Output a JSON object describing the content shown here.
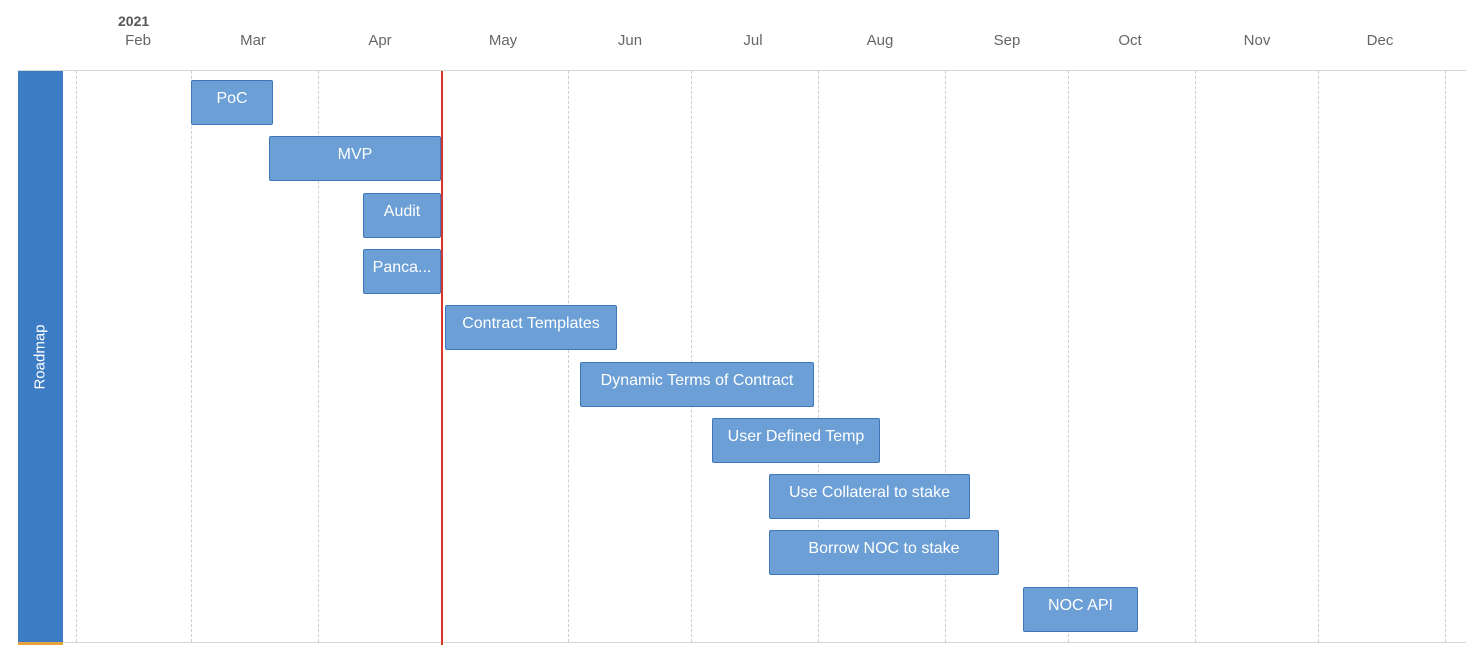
{
  "chart_data": {
    "type": "gantt",
    "year": "2021",
    "months": [
      "Feb",
      "Mar",
      "Apr",
      "May",
      "Jun",
      "Jul",
      "Aug",
      "Sep",
      "Oct",
      "Nov",
      "Dec"
    ],
    "group": "Roadmap",
    "today": "2021-05-01",
    "grid": true,
    "tasks": [
      {
        "label": "PoC",
        "start": "2021-03-01",
        "end": "2021-03-21"
      },
      {
        "label": "MVP",
        "start": "2021-03-20",
        "end": "2021-05-01"
      },
      {
        "label": "Audit",
        "start": "2021-04-12",
        "end": "2021-05-01"
      },
      {
        "label": "Panca...",
        "start": "2021-04-12",
        "end": "2021-05-01"
      },
      {
        "label": "Contract Templates",
        "start": "2021-05-02",
        "end": "2021-06-13"
      },
      {
        "label": "Dynamic Terms of Contract",
        "start": "2021-06-04",
        "end": "2021-07-31"
      },
      {
        "label": "User Defined Temp",
        "start": "2021-07-06",
        "end": "2021-08-16"
      },
      {
        "label": "Use Collateral to stake",
        "start": "2021-07-20",
        "end": "2021-09-07"
      },
      {
        "label": "Borrow NOC to stake",
        "start": "2021-07-20",
        "end": "2021-09-14"
      },
      {
        "label": "NOC API",
        "start": "2021-09-20",
        "end": "2021-10-18"
      }
    ]
  }
}
